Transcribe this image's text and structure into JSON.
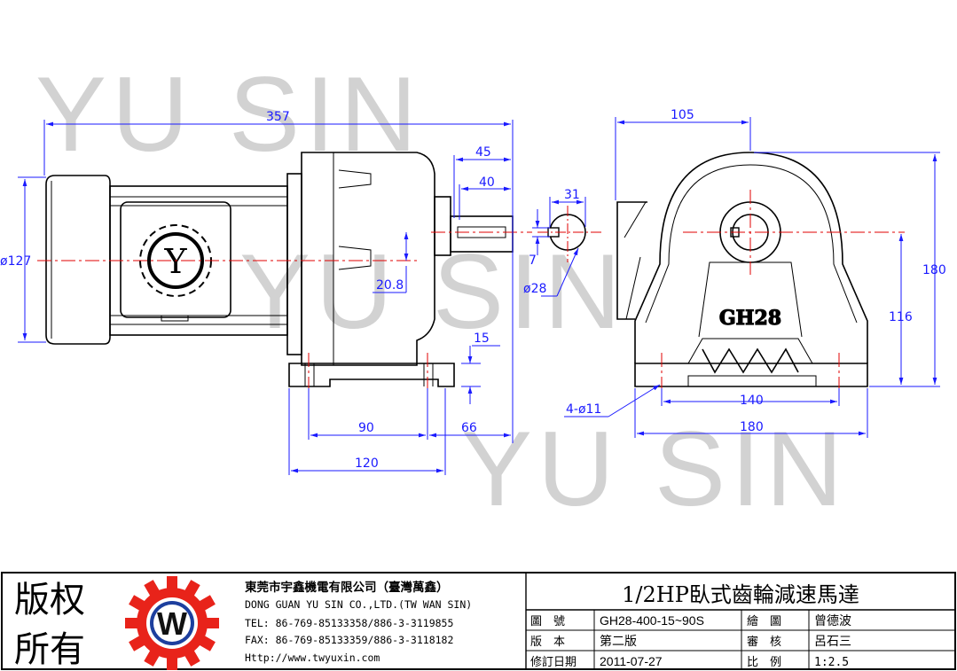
{
  "watermark": {
    "text": "YU SIN"
  },
  "left_view": {
    "dim_357": "357",
    "dim_45": "45",
    "dim_40": "40",
    "dim_127": "ø127",
    "dim_20_8": "20.8",
    "dim_15": "15",
    "dim_90": "90",
    "dim_66": "66",
    "dim_120": "120",
    "logo_letter": "Y"
  },
  "shaft_view": {
    "dim_31": "31",
    "dim_7": "7",
    "dim_28": "ø28"
  },
  "right_view": {
    "dim_105": "105",
    "dim_180_h": "180",
    "dim_116": "116",
    "dim_140": "140",
    "dim_180_w": "180",
    "dim_holes": "4-ø11",
    "model_cast": "GH28"
  },
  "title_block": {
    "rights_line1": "版权",
    "rights_line2": "所有",
    "logo_letter": "W",
    "company_cn": "東莞市宇鑫機電有限公司（臺灣萬鑫）",
    "company_en": "DONG GUAN YU SIN CO.,LTD.(TW WAN SIN)",
    "tel": "TEL: 86-769-85133358/886-3-3119855",
    "fax": "FAX: 86-769-85133359/886-3-3118182",
    "web": "Http://www.twyuxin.com",
    "product_title": "1/2HP臥式齒輪減速馬達",
    "drawing_no_label": "圖　號",
    "drawing_no": "GH28-400-15~90S",
    "drawn_label": "繪　圖",
    "drawn_by": "曾德波",
    "version_label": "版　本",
    "version": "第二版",
    "review_label": "審　核",
    "reviewed_by": "呂石三",
    "revised_label": "修訂日期",
    "revised_date": "2011-07-27",
    "scale_label": "比　例",
    "scale": "1:2.5"
  },
  "colors": {
    "dimension": "#1a1aff",
    "centerline": "#e00000",
    "logo_red": "#e8231a",
    "logo_blue": "#1d3f9e"
  }
}
